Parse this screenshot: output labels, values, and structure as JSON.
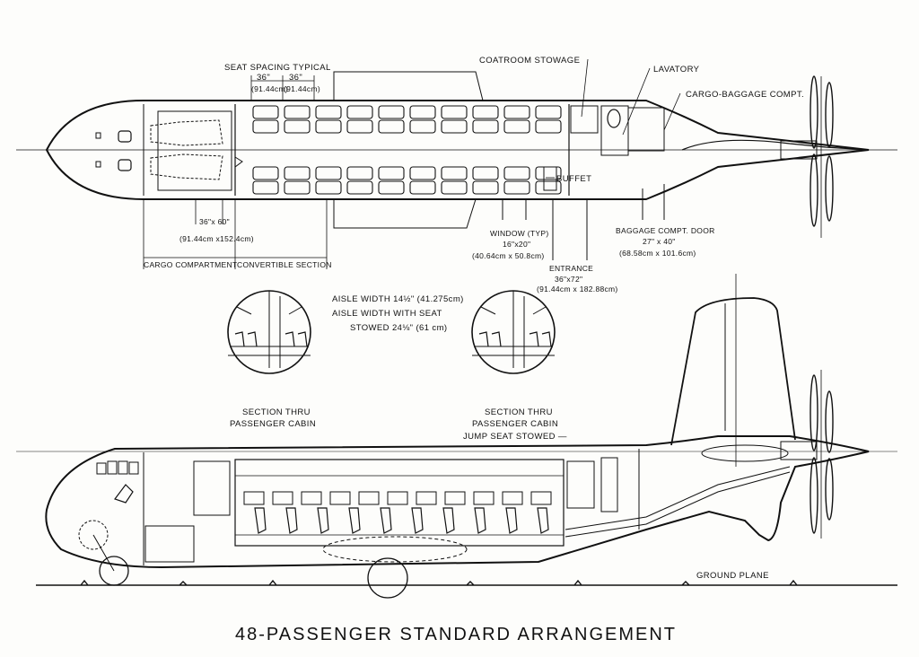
{
  "title": "48-PASSENGER STANDARD ARRANGEMENT",
  "plan_labels": {
    "seat_spacing": "SEAT SPACING TYPICAL",
    "pitch_in_1": "36\"",
    "pitch_in_2": "36\"",
    "pitch_cm_1": "(91.44cm)",
    "pitch_cm_2": "(91.44cm)",
    "coatroom": "COATROOM STOWAGE",
    "lavatory": "LAVATORY",
    "cargo_baggage": "CARGO-BAGGAGE COMPT.",
    "buffet": "BUFFET",
    "hatch_in": "36\"x 60\"",
    "hatch_cm": "(91.44cm x152.4cm)",
    "cargo_compartment": "CARGO COMPARTMENT",
    "convertible_section": "CONVERTIBLE SECTION",
    "window_1": "WINDOW (TYP)",
    "window_2": "16\"x20\"",
    "window_3": "(40.64cm x 50.8cm)",
    "entrance_1": "ENTRANCE",
    "entrance_2": "36\"x72\"",
    "entrance_3": "(91.44cm x 182.88cm)",
    "baggage_door_1": "BAGGAGE COMPT. DOOR",
    "baggage_door_2": "27\" x 40\"",
    "baggage_door_3": "(68.58cm x 101.6cm)"
  },
  "section_labels": {
    "aisle_1": "AISLE WIDTH 14½\" (41.275cm)",
    "aisle_2": "AISLE WIDTH WITH SEAT",
    "aisle_3": "STOWED 24⅛\" (61 cm)",
    "left_caption_1": "SECTION THRU",
    "left_caption_2": "PASSENGER CABIN",
    "right_caption_1": "SECTION THRU",
    "right_caption_2": "PASSENGER CABIN",
    "right_caption_3": "JUMP SEAT STOWED —"
  },
  "side_labels": {
    "ground_plane": "GROUND PLANE"
  }
}
